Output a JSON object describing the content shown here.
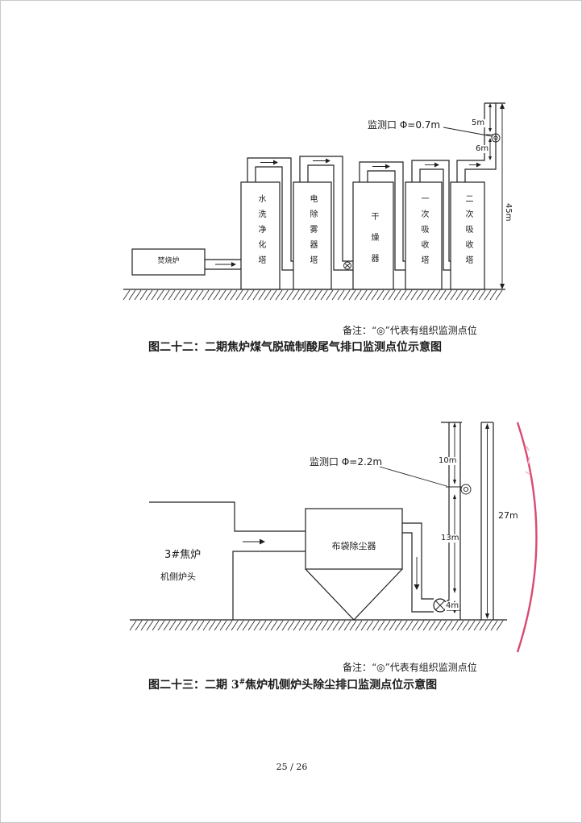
{
  "page": {
    "page_number": "25 / 26"
  },
  "colors": {
    "ink": "#1a1a1a",
    "stamp": "#d94a72",
    "frame": "#c8c8c8"
  },
  "icons": {
    "monitoring_point": "double-circle-icon",
    "fan": "fan-icon"
  },
  "figure22": {
    "furnace_label": "焚烧炉",
    "towers": [
      "水洗净化塔",
      "电除雾器塔",
      "干燥器",
      "一次吸收塔",
      "二次吸收塔"
    ],
    "port_label": "监测口 Φ=0.7m",
    "dims": {
      "top": "5m",
      "mid": "6m",
      "height": "45m"
    },
    "note": "备注：“◎”代表有组织监测点位",
    "caption": "图二十二：二期焦炉煤气脱硫制酸尾气排口监测点位示意图"
  },
  "figure23": {
    "source_label_1": "3#焦炉",
    "source_label_2": "机侧炉头",
    "filter_label": "布袋除尘器",
    "port_label": "监测口 Φ=2.2m",
    "dims": {
      "top": "10m",
      "mid": "13m",
      "bottom": "4m",
      "height": "27m"
    },
    "note": "备注：“◎”代表有组织监测点位",
    "caption_prefix": "图二十三：二期 3",
    "caption_sup": "#",
    "caption_suffix": "焦炉机侧炉头除尘排口监测点位示意图"
  }
}
